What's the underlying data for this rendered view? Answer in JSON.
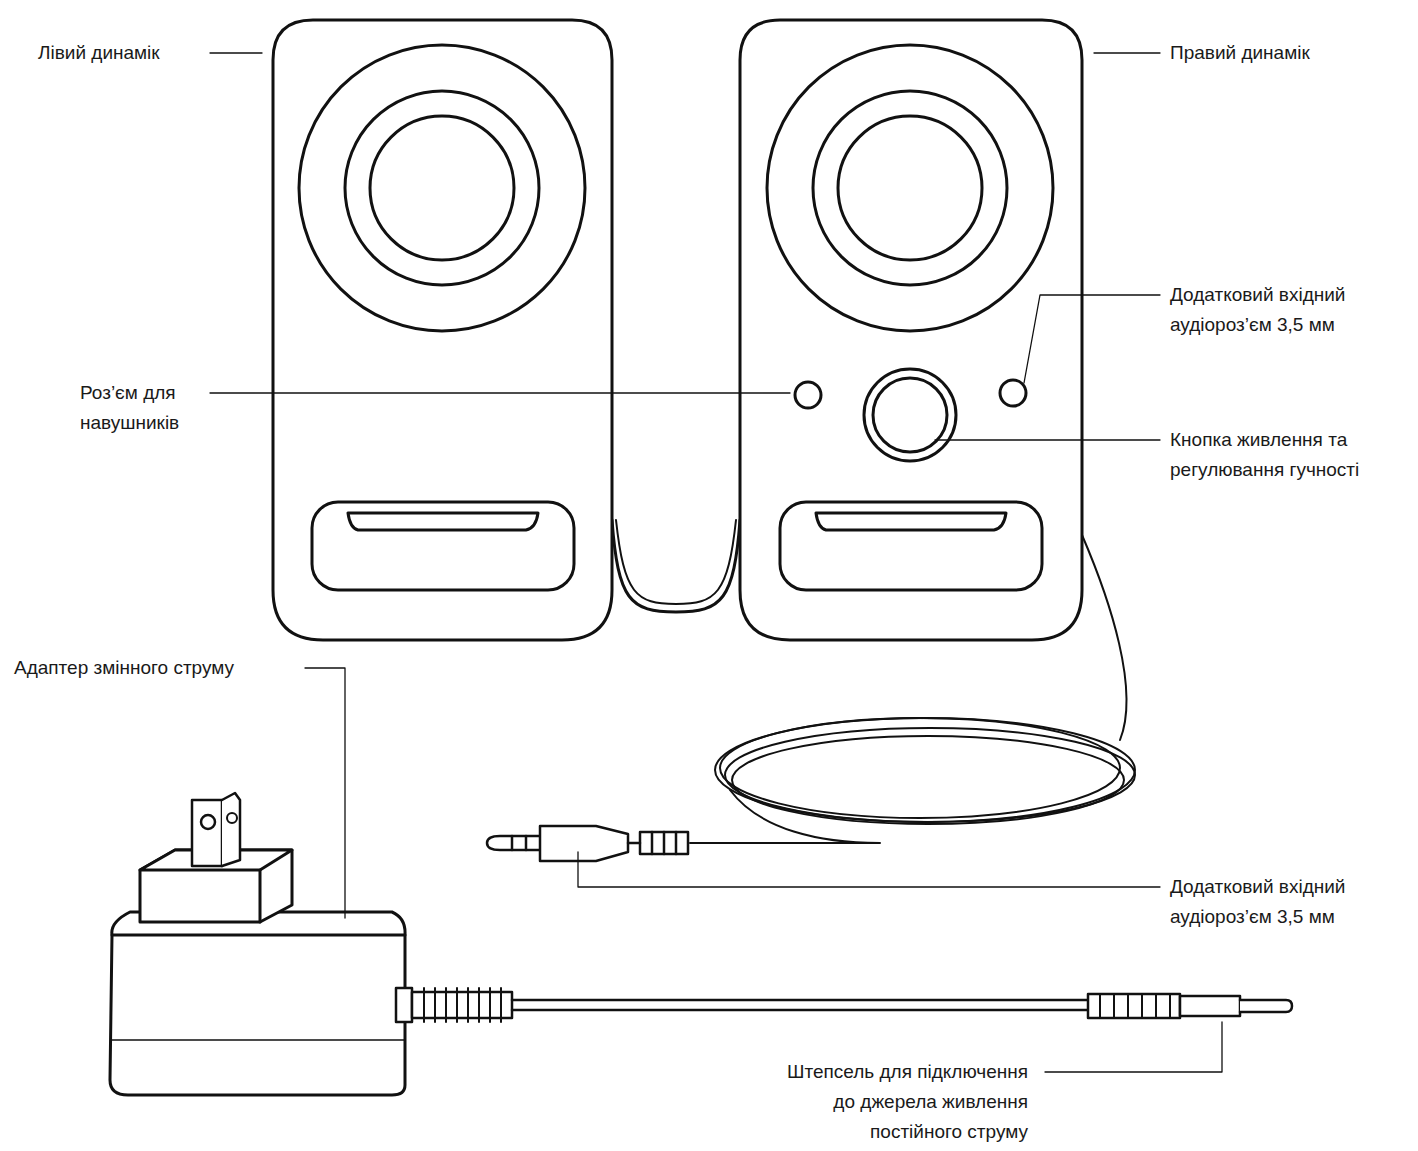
{
  "diagram": {
    "labels": [
      "Лівий динамік",
      "Правий динамік",
      "Додатковий вхідний аудіороз’єм 3,5 мм",
      "Роз’єм для навушників",
      "Кнопка живлення та регулювання гучності",
      "Адаптер змінного струму",
      "Додатковий вхідний аудіороз’єм 3,5 мм",
      "Штепсель для підключення до джерела живлення постійного струму"
    ]
  }
}
